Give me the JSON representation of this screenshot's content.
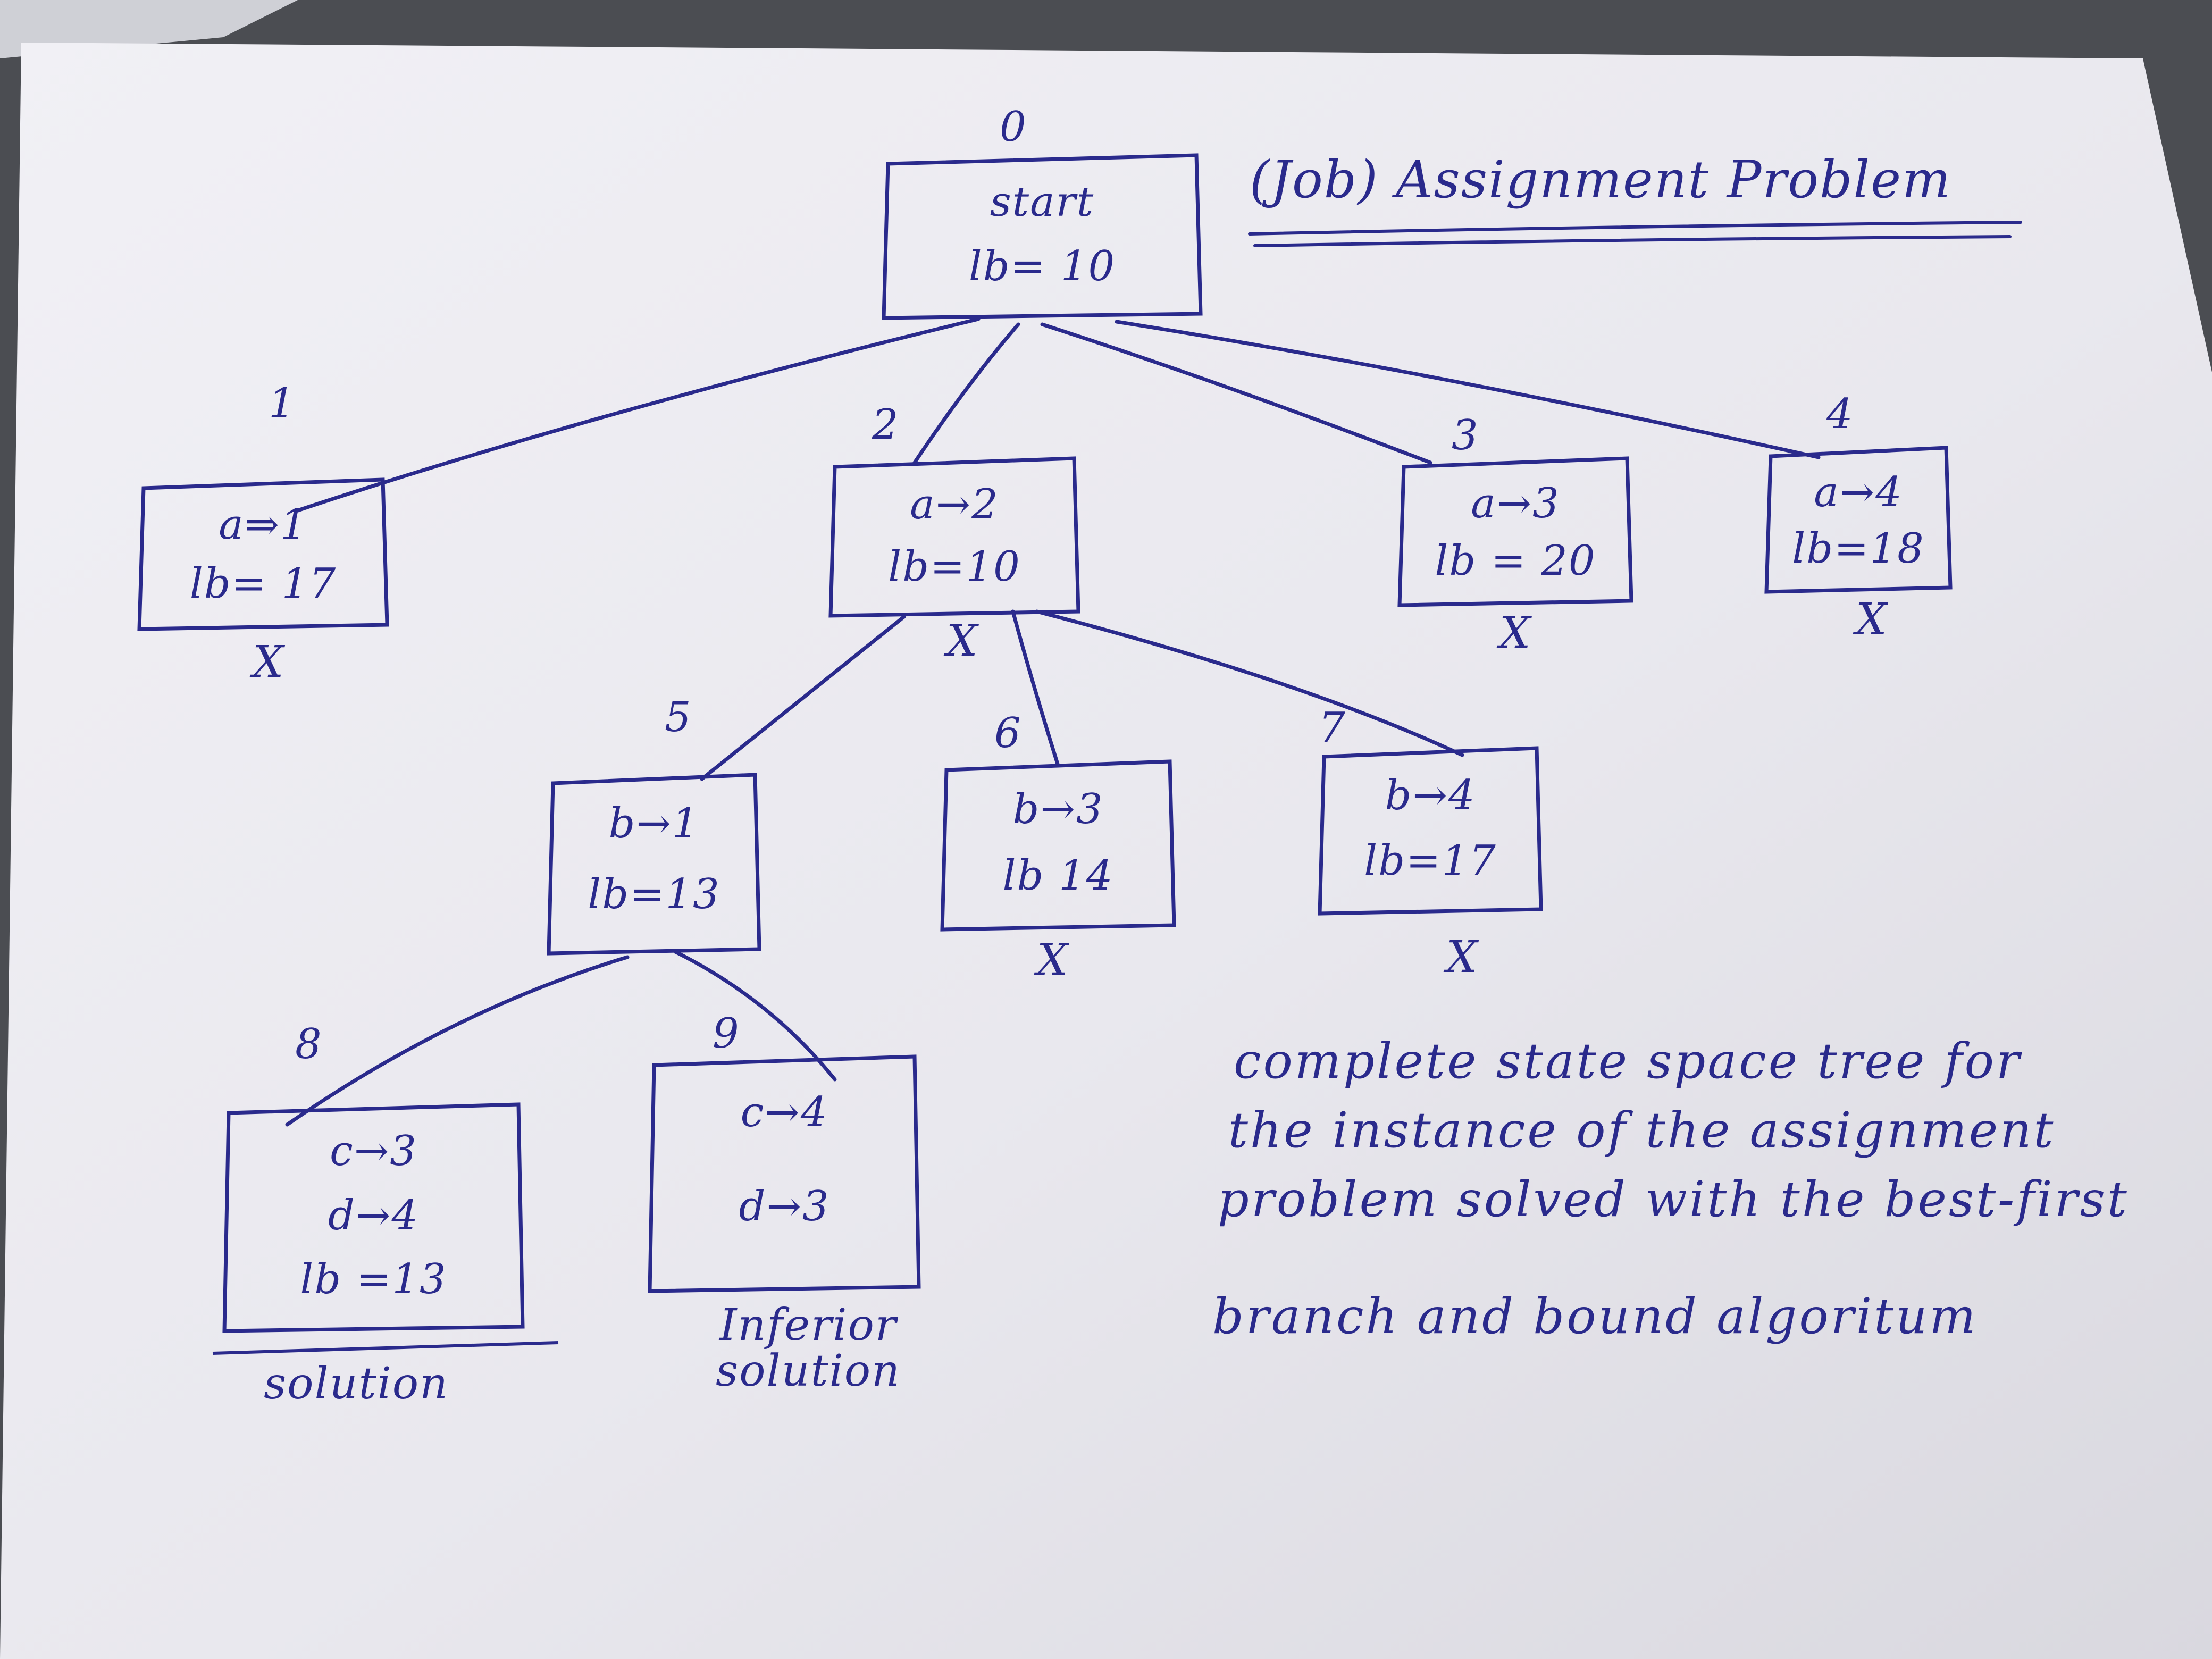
{
  "title": "(Job) Assignment Problem",
  "caption_lines": [
    "complete state space tree for",
    "the instance of the assignment",
    "problem solved with the best-first",
    "branch and bound algoritum"
  ],
  "nodes": [
    {
      "id": "0",
      "number": "0",
      "lines": [
        "start",
        "lb= 10"
      ],
      "pruned": false,
      "note": ""
    },
    {
      "id": "1",
      "number": "1",
      "lines": [
        "a⇒1",
        "lb= 17"
      ],
      "pruned": true,
      "note": ""
    },
    {
      "id": "2",
      "number": "2",
      "lines": [
        "a→2",
        "lb=10"
      ],
      "pruned": true,
      "note": ""
    },
    {
      "id": "3",
      "number": "3",
      "lines": [
        "a→3",
        "lb = 20"
      ],
      "pruned": true,
      "note": ""
    },
    {
      "id": "4",
      "number": "4",
      "lines": [
        "a→4",
        "lb=18"
      ],
      "pruned": true,
      "note": ""
    },
    {
      "id": "5",
      "number": "5",
      "lines": [
        "b→1",
        "lb=13"
      ],
      "pruned": false,
      "note": ""
    },
    {
      "id": "6",
      "number": "6",
      "lines": [
        "b→3",
        "lb 14"
      ],
      "pruned": true,
      "note": ""
    },
    {
      "id": "7",
      "number": "7",
      "lines": [
        "b→4",
        "lb=17"
      ],
      "pruned": true,
      "note": ""
    },
    {
      "id": "8",
      "number": "8",
      "lines": [
        "c→3",
        "d→4",
        "lb =13"
      ],
      "pruned": false,
      "note": "solution"
    },
    {
      "id": "9",
      "number": "9",
      "lines": [
        "c→4",
        "d→3"
      ],
      "pruned": false,
      "note": "Inferior solution"
    }
  ],
  "edges": [
    [
      "0",
      "1"
    ],
    [
      "0",
      "2"
    ],
    [
      "0",
      "3"
    ],
    [
      "0",
      "4"
    ],
    [
      "2",
      "5"
    ],
    [
      "2",
      "6"
    ],
    [
      "2",
      "7"
    ],
    [
      "5",
      "8"
    ],
    [
      "5",
      "9"
    ]
  ],
  "pruned_mark": "X",
  "colors": {
    "ink": "#2a2a8c",
    "paper": "#e9e8ee",
    "background": "#4b4d52"
  }
}
